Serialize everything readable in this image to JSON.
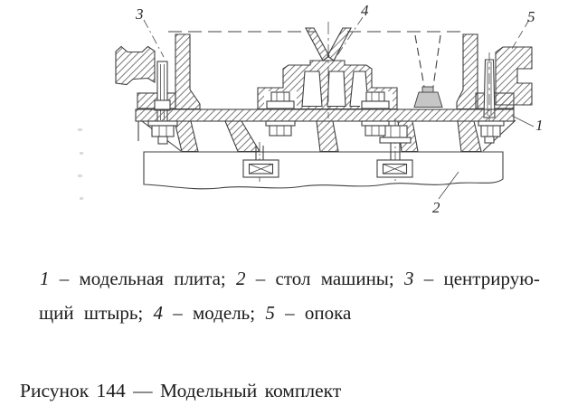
{
  "drawing": {
    "callouts": {
      "plate": "1",
      "table": "2",
      "pin": "3",
      "model": "4",
      "flask": "5"
    }
  },
  "legend": {
    "line1": [
      {
        "i": "1",
        "t": " – модельная плита; "
      },
      {
        "i": "2",
        "t": " – стол машины; "
      },
      {
        "i": "3",
        "t": " – центрирую-"
      }
    ],
    "line2": [
      {
        "t": "щий штырь; "
      },
      {
        "i": "4",
        "t": " – модель; "
      },
      {
        "i": "5",
        "t": " – опока"
      }
    ]
  },
  "caption": "Рисунок 144 — Модельный комплект"
}
